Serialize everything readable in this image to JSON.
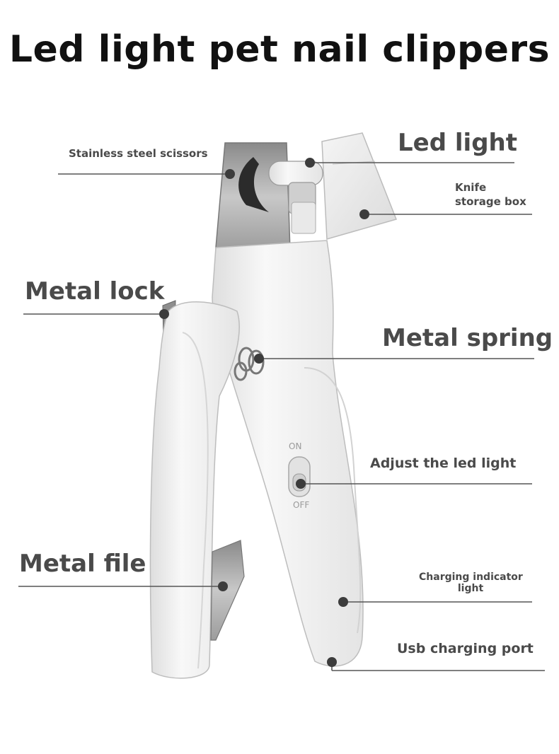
{
  "title": "Led light pet nail clippers",
  "labels": {
    "stainless_steel_scissors": "Stainless steel scissors",
    "led_light": "Led light",
    "knife_storage_box_line1": "Knife",
    "knife_storage_box_line2": "storage box",
    "metal_lock": "Metal lock",
    "metal_spring": "Metal spring",
    "adjust_led_light": "Adjust the led light",
    "metal_file": "Metal file",
    "charging_indicator_line1": "Charging indicator",
    "charging_indicator_line2": "light",
    "usb_charging_port": "Usb charging port"
  },
  "switch": {
    "on": "ON",
    "off": "OFF"
  },
  "colors": {
    "title": "#111111",
    "label": "#4a4a4a",
    "leader_line": "#555555",
    "body": "#f1f1f1",
    "steel": "#9a9a9a"
  }
}
